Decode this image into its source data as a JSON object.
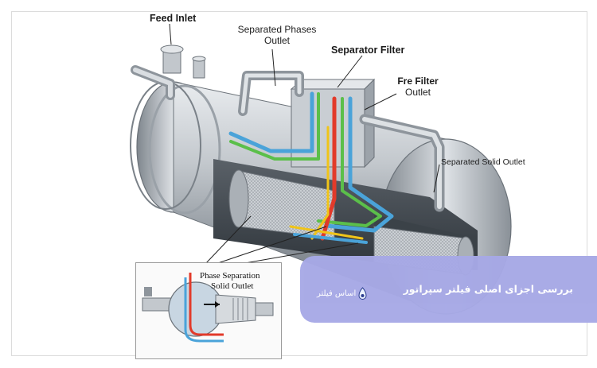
{
  "labels": {
    "feed_inlet": "Feed Inlet",
    "separated_phases_outlet_l1": "Separated Phases",
    "separated_phases_outlet_l2": "Outlet",
    "separator_filter": "Separator Filter",
    "fre_filter_l1": "Fre Filter",
    "fre_filter_l2": "Outlet",
    "separated_solid_outlet": "Separated Solid Outlet"
  },
  "inset": {
    "phase_separation": "Phase Separation",
    "solid_outlet": "Solid Outlet"
  },
  "banner": {
    "title": "بررسی اجزای اصلی فیلتر سپراتور",
    "logo_text": "اساس فیلتر",
    "color": "#a7a9e6"
  },
  "colors": {
    "flow_red": "#e23a2a",
    "flow_blue": "#4aa3d9",
    "flow_green": "#5bbf4a",
    "flow_yellow": "#f0c419",
    "steel": "#b9bec4"
  }
}
